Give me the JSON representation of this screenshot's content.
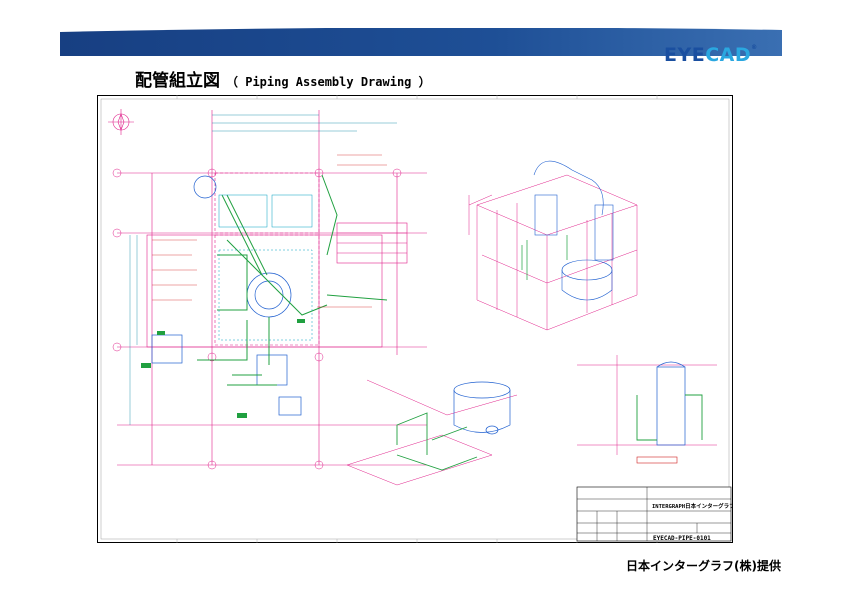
{
  "header": {
    "logo_text": "EYECAD",
    "logo_part1": "EYE",
    "logo_part2": "CAD",
    "registered_mark": "®",
    "banner_color": "#1e4f96"
  },
  "title": {
    "japanese": "配管組立図",
    "english": "（ Piping Assembly Drawing ）"
  },
  "drawing": {
    "title_block": {
      "company": "INTERGRAPH日本インターグラフ",
      "drawing_number": "EYECAD-PIPE-0101"
    },
    "colors": {
      "border": "#000000",
      "structure": "#e0208a",
      "equipment": "#2060d0",
      "piping": "#20a040",
      "dimension": "#0080a0",
      "annotation": "#d02020"
    }
  },
  "footer": {
    "credit": "日本インターグラフ(株)提供"
  }
}
